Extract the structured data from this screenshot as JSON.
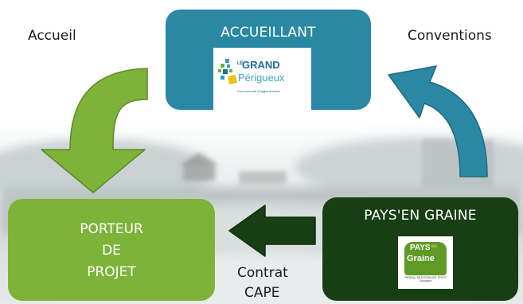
{
  "nodes": {
    "accueillant": {
      "title": "ACCUEILLANT",
      "color": "#2a88a4",
      "logo": {
        "name": "le-grand-perigueux-logo",
        "line1_small": "LE",
        "line1": "GRAND",
        "line2": "Périgueux",
        "tagline": "Communauté d'Agglomération"
      }
    },
    "porteur": {
      "lines": [
        "PORTEUR",
        "DE",
        "PROJET"
      ],
      "color": "#7eb33a"
    },
    "pays_en_graine": {
      "title": "PAYS'EN GRAINE",
      "color": "#173f13",
      "logo": {
        "name": "pays-en-graine-logo",
        "word1": "PAYS",
        "word1_suffix": "en",
        "word2": "Graine",
        "tagline": "RESEAU DES ESPACES-TESTS Dordogne"
      }
    }
  },
  "edges": {
    "accueil": {
      "label": "Accueil",
      "from": "accueillant",
      "to": "porteur",
      "color": "#7eb33a"
    },
    "conventions": {
      "label": "Conventions",
      "from": "pays_en_graine",
      "to": "accueillant",
      "color": "#2a88a4"
    },
    "contrat_cape": {
      "label_lines": [
        "Contrat",
        "CAPE"
      ],
      "from": "pays_en_graine",
      "to": "porteur",
      "color": "#173f13"
    }
  }
}
